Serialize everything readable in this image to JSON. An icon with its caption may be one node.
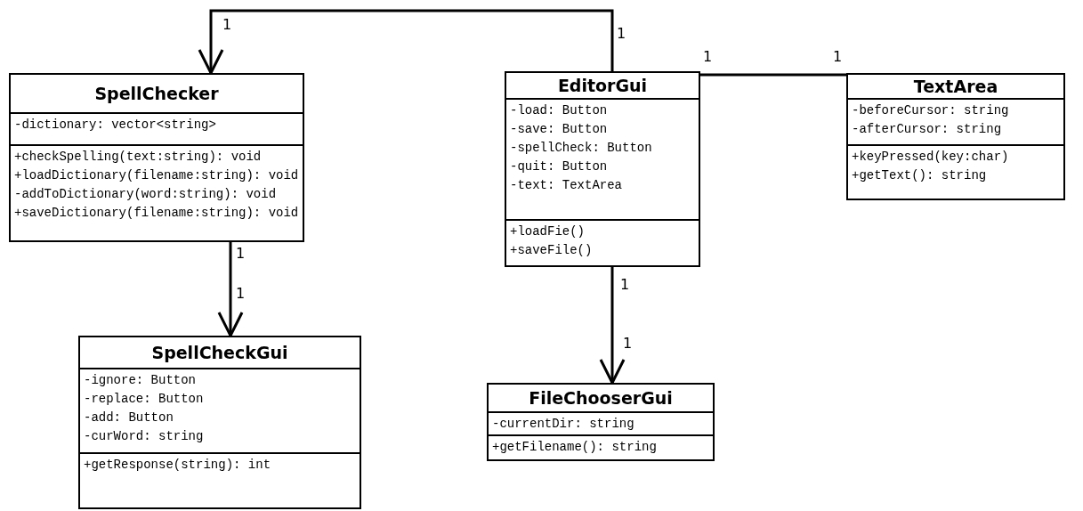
{
  "diagram": {
    "nodes": [
      {
        "text": [
          "SpellChecker"
        ]
      },
      {
        "text": [
          "-dictionary: vector<string>"
        ],
        "in": 0
      },
      {
        "text": [
          "+checkSpelling(text:string): void",
          "+loadDictionary(filename:string): void",
          "-addToDictionary(word:string): void",
          "+saveDictionary(filename:string): void"
        ],
        "in": 0
      },
      {
        "text": [
          "EditorGui"
        ]
      },
      {
        "text": [
          "-load: Button",
          "-save: Button",
          "-spellCheck: Button",
          "-quit: Button",
          "-text: TextArea"
        ],
        "in": 3
      },
      {
        "text": [
          "+loadFie()",
          "+saveFile()"
        ],
        "in": 3
      },
      {
        "text": [
          "TextArea"
        ]
      },
      {
        "text": [
          "-beforeCursor: string",
          "-afterCursor: string"
        ],
        "in": 6
      },
      {
        "text": [
          "+keyPressed(key:char)",
          "+getText(): string"
        ],
        "in": 6
      },
      {
        "text": [
          "SpellCheckGui"
        ]
      },
      {
        "text": [
          "-ignore: Button",
          "-replace: Button",
          "-add: Button",
          "-curWord: string"
        ],
        "in": 9
      },
      {
        "text": [
          "+getResponse(string): int"
        ],
        "in": 9
      },
      {
        "text": [
          "FileChooserGui"
        ]
      },
      {
        "text": [
          "-currentDir: string"
        ],
        "in": 12
      },
      {
        "text": [
          "+getFilename(): string"
        ],
        "in": 12
      }
    ],
    "edges": [
      {
        "from": 3,
        "to": 0,
        "arrow": "to"
      },
      {
        "from": 3,
        "to": 6,
        "arrow": "none"
      },
      {
        "from": 0,
        "to": 9,
        "arrow": "to"
      },
      {
        "from": 3,
        "to": 12,
        "arrow": "to"
      }
    ],
    "labels": [
      "1",
      "1",
      "1",
      "1",
      "1",
      "1",
      "1",
      "1"
    ]
  }
}
